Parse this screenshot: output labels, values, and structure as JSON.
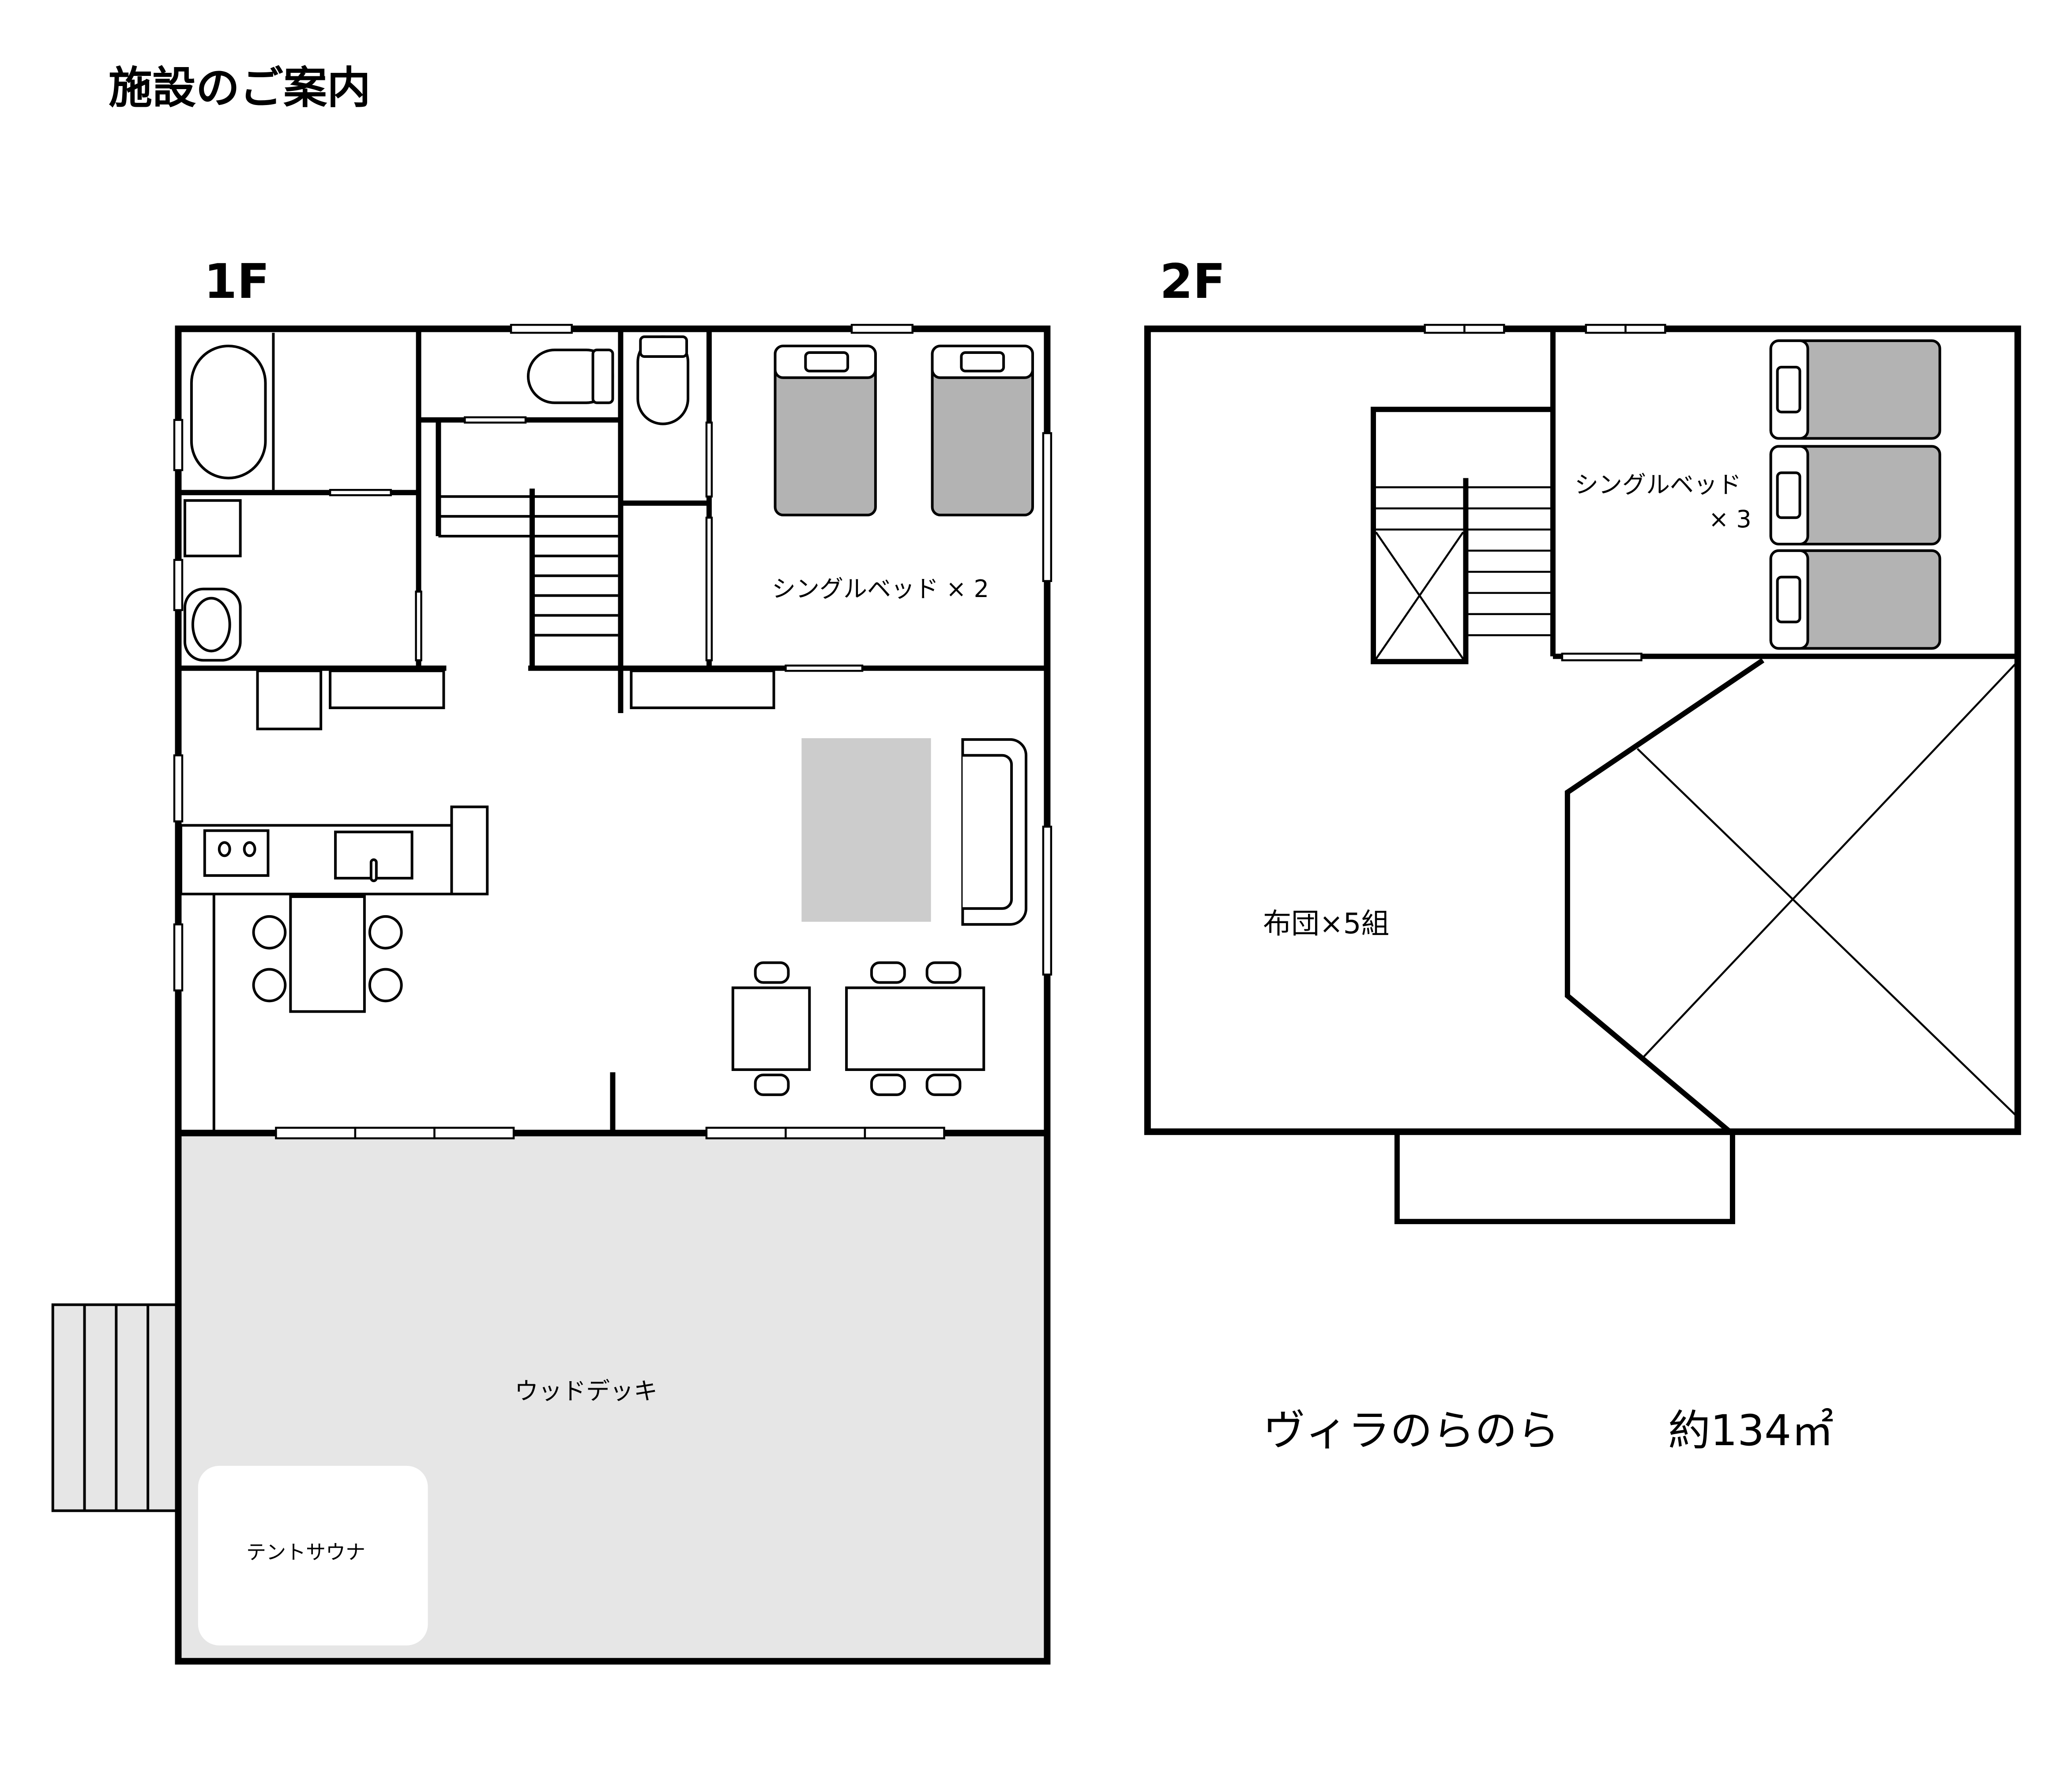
{
  "header": {
    "title": "施設のご案内"
  },
  "floors": [
    {
      "label": "1F",
      "rooms": {
        "bedroom": "シングルベッド × 2",
        "deck": "ウッドデッキ",
        "sauna": "テントサウナ"
      }
    },
    {
      "label": "2F",
      "rooms": {
        "bedroom_line1": "シングルベッド",
        "bedroom_line2": "× 3",
        "loft": "布団×5組"
      }
    }
  ],
  "footer": {
    "name": "ヴィラのらのら",
    "area": "約134㎡"
  },
  "colors": {
    "wall": "#000000",
    "deck_fill": "#e6e6e6",
    "bed_fill": "#b3b3b3",
    "rug_fill": "#cccccc",
    "background": "#ffffff"
  }
}
